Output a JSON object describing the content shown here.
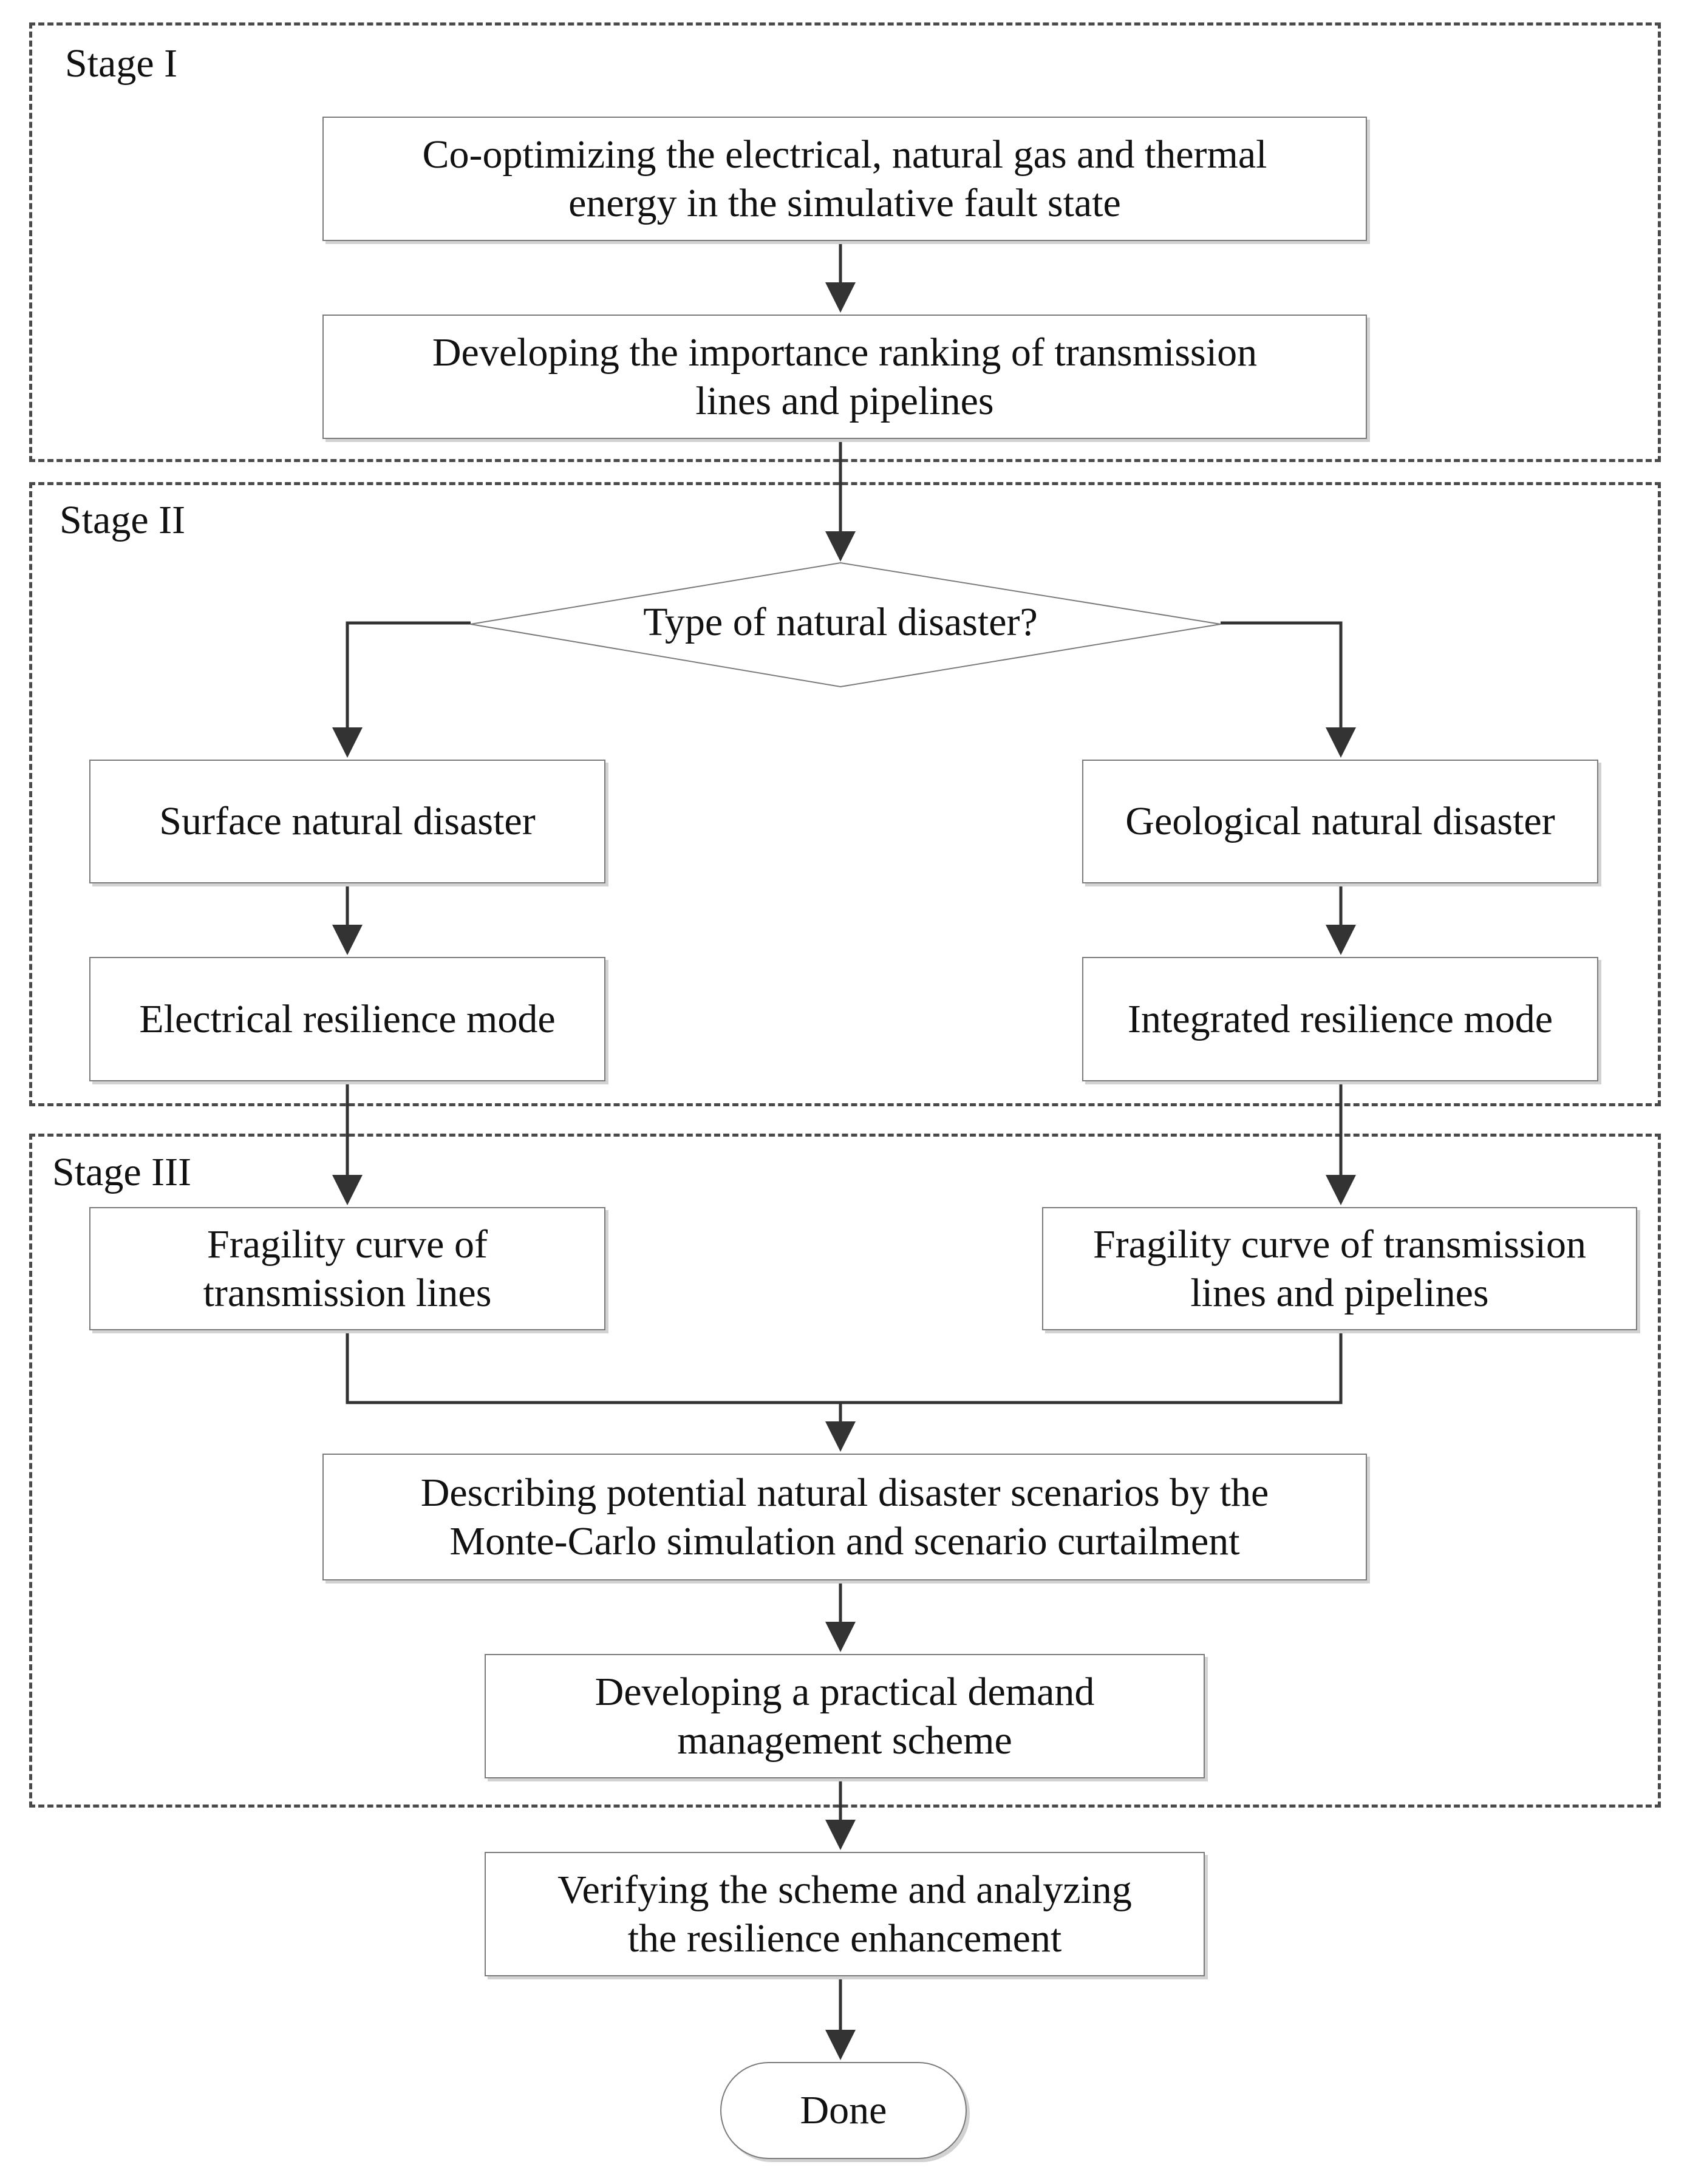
{
  "stages": {
    "stage1_label": "Stage I",
    "stage2_label": "Stage II",
    "stage3_label": "Stage III"
  },
  "nodes": {
    "cooptimize": [
      "Co-optimizing the electrical, natural gas and thermal",
      "energy in the simulative fault state"
    ],
    "importance_ranking": [
      "Developing the importance ranking of transmission",
      "lines and pipelines"
    ],
    "disaster_type": "Type of natural disaster?",
    "surface_disaster": "Surface natural disaster",
    "geological_disaster": "Geological natural disaster",
    "electrical_mode": "Electrical resilience mode",
    "integrated_mode": "Integrated resilience mode",
    "fragility_lines": [
      "Fragility curve of",
      "transmission lines"
    ],
    "fragility_lines_pipelines": [
      "Fragility curve of transmission",
      "lines and pipelines"
    ],
    "scenarios": [
      "Describing potential natural disaster scenarios by the",
      "Monte-Carlo simulation and scenario curtailment"
    ],
    "demand_scheme": [
      "Developing a practical demand",
      "management scheme"
    ],
    "verify": [
      "Verifying the scheme and analyzing",
      "the resilience enhancement"
    ],
    "done": "Done"
  }
}
